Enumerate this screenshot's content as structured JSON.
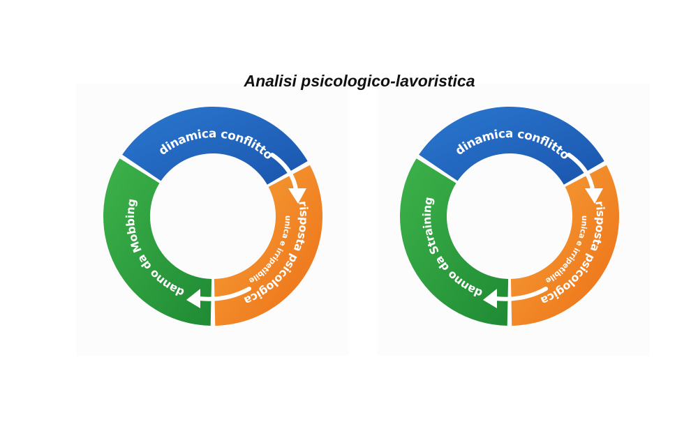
{
  "title": "Analisi psicologico-lavoristica",
  "colors": {
    "blue": "#1f63bd",
    "orange": "#f0821e",
    "green": "#2b9a3c"
  },
  "diagrams": [
    {
      "top": "dinamica conflitto",
      "right": "risposta psicologica",
      "right_sub": "unica e irripetibile",
      "left": "danno da Mobbing"
    },
    {
      "top": "dinamica conflitto",
      "right": "risposta psicologica",
      "right_sub": "unica e irripetibile",
      "left": "danno da Straining"
    }
  ]
}
